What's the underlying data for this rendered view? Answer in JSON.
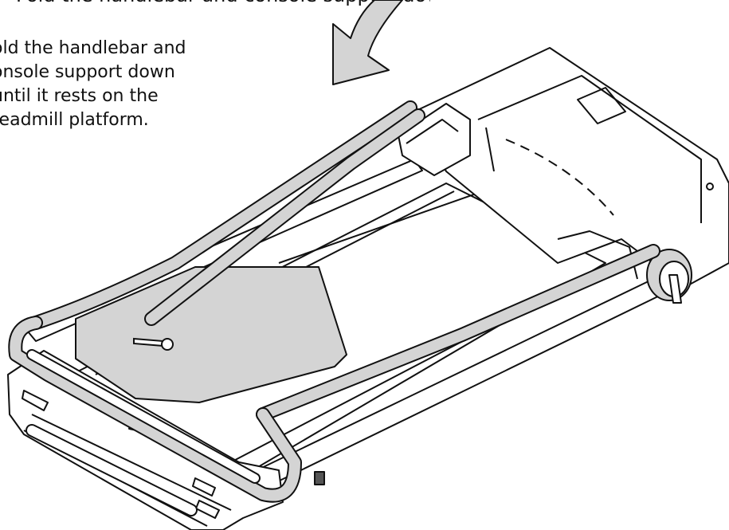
{
  "top_partial_text": "Fold the handlebar and console support down",
  "instruction": {
    "lines": [
      "old the handlebar and",
      "onsole support down",
      "until it rests on the",
      "readmill platform."
    ]
  },
  "illustration": {
    "subject": "treadmill",
    "gray": "#d4d4d4",
    "ink": "#111111"
  }
}
